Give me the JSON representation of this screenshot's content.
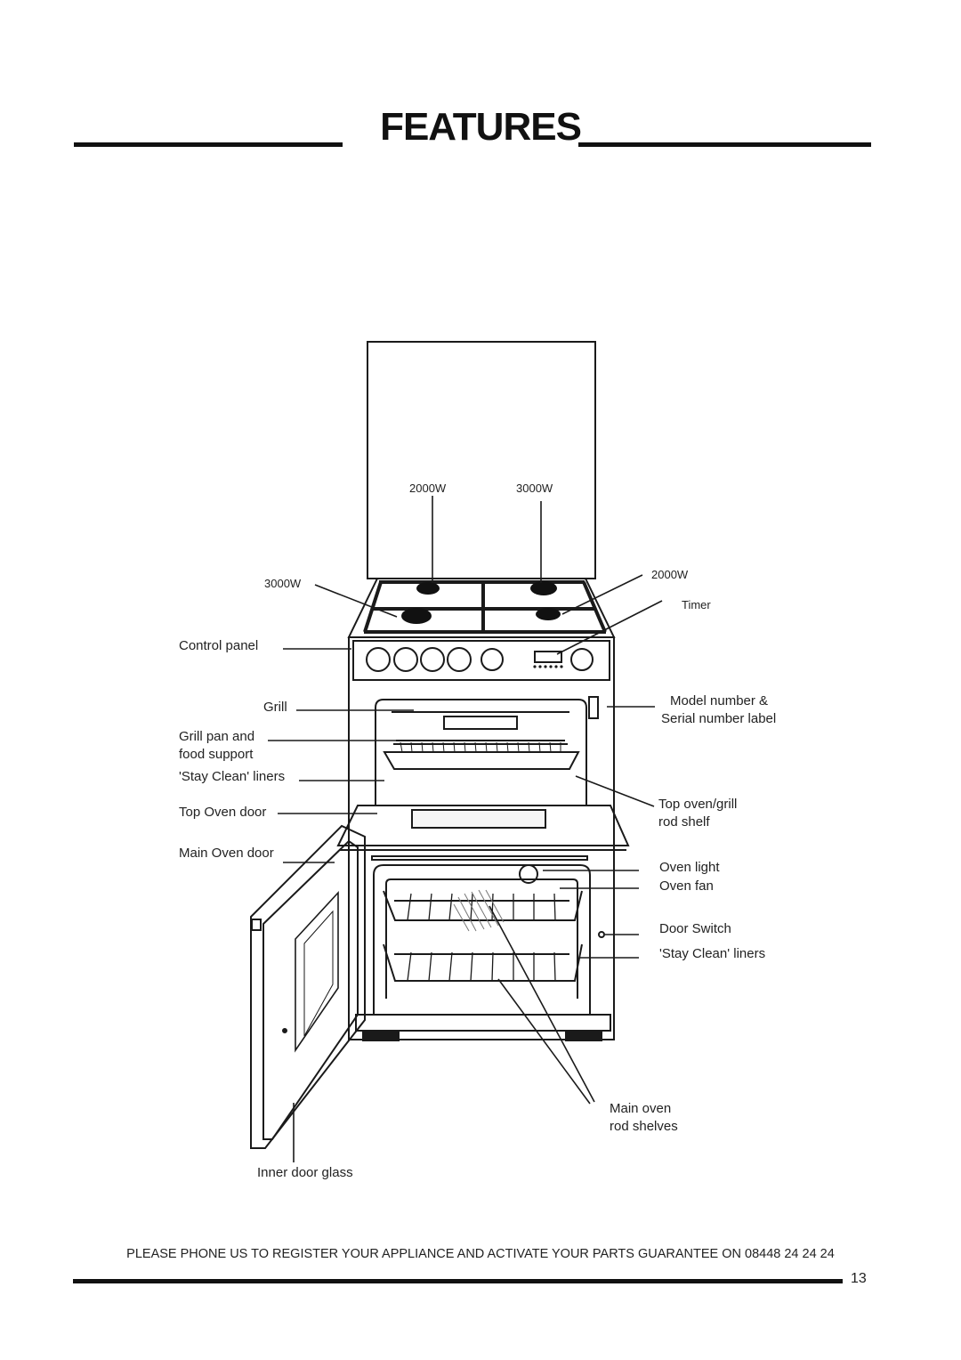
{
  "page": {
    "title": "FEATURES",
    "footer_note": "PLEASE PHONE US TO REGISTER YOUR APPLIANCE  AND ACTIVATE YOUR PARTS GUARANTEE ON 08448 24 24 24",
    "page_number": "13"
  },
  "labels": {
    "burner_back_left": "2000W",
    "burner_back_right": "3000W",
    "burner_front_left": "3000W",
    "burner_front_right": "2000W",
    "timer": "Timer",
    "control_panel": "Control panel",
    "grill": "Grill",
    "grill_pan_line1": "Grill pan and",
    "grill_pan_line2": "food support",
    "stay_clean_top": "'Stay Clean' liners",
    "top_oven_door": "Top Oven door",
    "main_oven_door": "Main Oven door",
    "model_line1": "Model number &",
    "model_line2": "Serial number label",
    "top_shelf_line1": "Top oven/grill",
    "top_shelf_line2": "rod shelf",
    "oven_light": "Oven light",
    "oven_fan": "Oven fan",
    "door_switch": "Door Switch",
    "stay_clean_main": "'Stay Clean' liners",
    "main_shelves_line1": "Main oven",
    "main_shelves_line2": "rod shelves",
    "inner_door_glass": "Inner door glass"
  }
}
